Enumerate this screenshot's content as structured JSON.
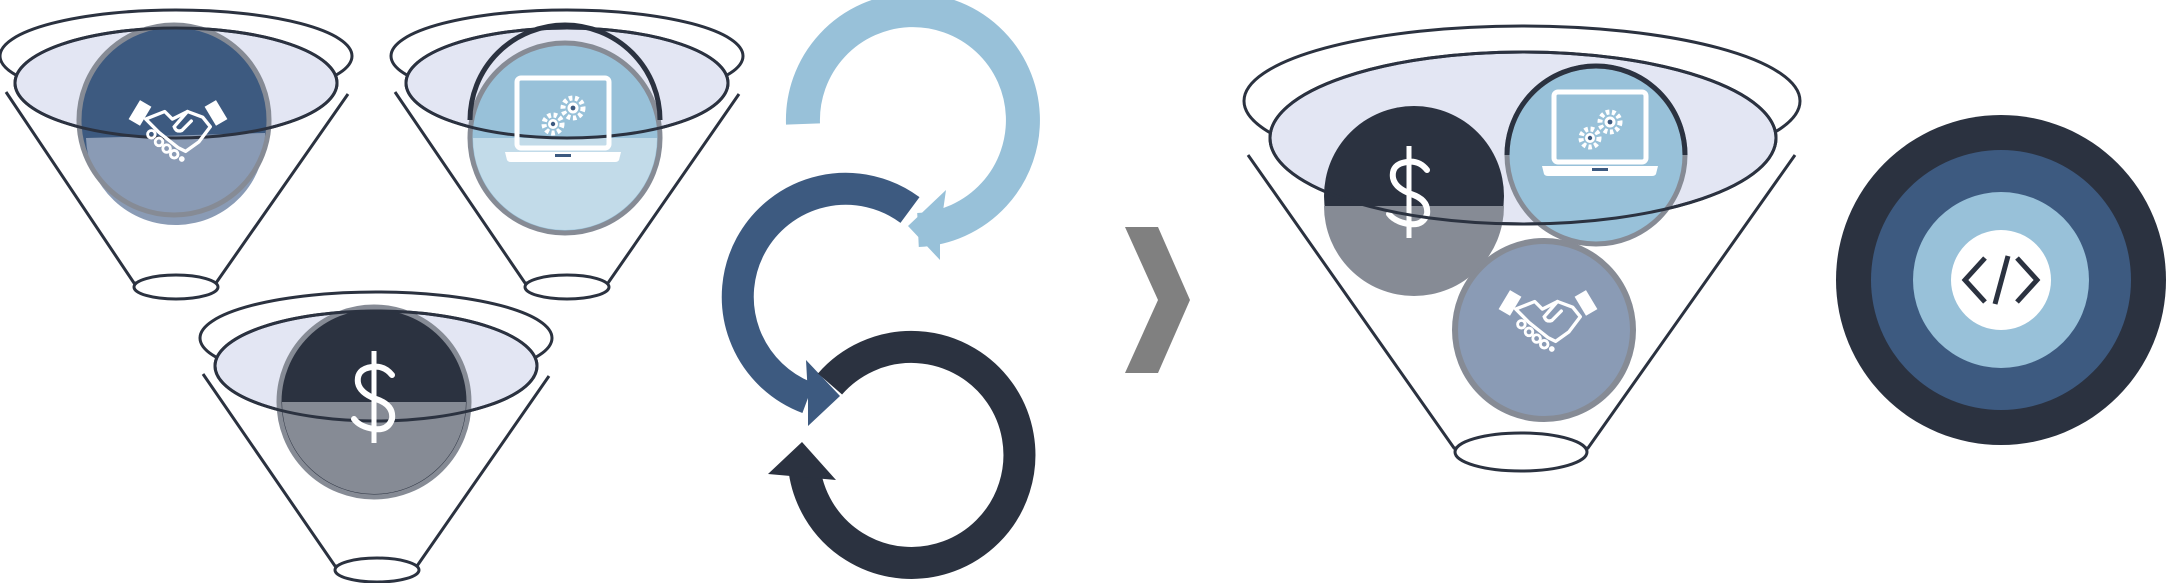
{
  "diagram": {
    "colors": {
      "navy": "#2b3240",
      "blue": "#3d5a80",
      "light_blue": "#98c1d9",
      "pale_blue": "#c2dbe9",
      "funnel_fill": "#e3e6f3",
      "gray": "#868b95",
      "chevron": "#808080",
      "white": "#ffffff"
    },
    "icons": {
      "partnership": "handshake-icon",
      "technology": "laptop-gears-icon",
      "money": "dollar-icon",
      "code": "code-icon"
    },
    "funnels": [
      {
        "id": "funnel-handshake",
        "contents": [
          "handshake-icon"
        ]
      },
      {
        "id": "funnel-laptop",
        "contents": [
          "laptop-gears-icon"
        ]
      },
      {
        "id": "funnel-dollar",
        "contents": [
          "dollar-icon"
        ]
      },
      {
        "id": "funnel-combined",
        "contents": [
          "dollar-icon",
          "laptop-gears-icon",
          "handshake-icon"
        ]
      }
    ],
    "cycle_arrows": [
      "light-blue-arrow",
      "blue-arrow",
      "navy-arrow"
    ],
    "separator": "chevron-right-icon",
    "target_rings": [
      "navy",
      "blue",
      "light_blue",
      "white"
    ]
  }
}
